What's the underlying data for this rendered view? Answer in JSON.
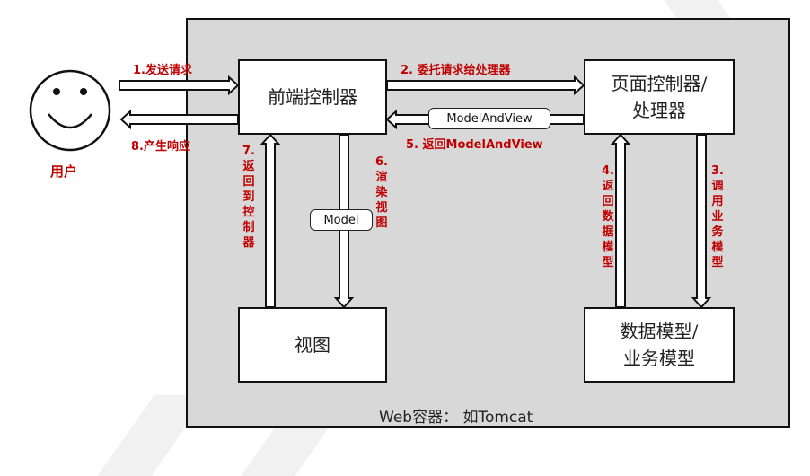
{
  "user": {
    "label": "用户"
  },
  "container": {
    "label": "Web容器： 如Tomcat"
  },
  "boxes": {
    "front_controller": "前端控制器",
    "page_controller": [
      "页面控制器/",
      "处理器"
    ],
    "view": "视图",
    "data_model": [
      "数据模型/",
      "业务模型"
    ]
  },
  "pills": {
    "model_and_view": "ModelAndView",
    "model": "Model"
  },
  "steps": {
    "s1": "1.发送请求",
    "s2": "2. 委托请求给处理器",
    "s3": [
      "3.",
      "调",
      "用",
      "业",
      "务",
      "模",
      "型"
    ],
    "s4": [
      "4.",
      "返",
      "回",
      "数",
      "据",
      "模",
      "型"
    ],
    "s5": "5. 返回ModelAndView",
    "s6": [
      "6.",
      "渲",
      "染",
      "视",
      "图"
    ],
    "s7": [
      "7.",
      "返",
      "回",
      "到",
      "控",
      "制",
      "器"
    ],
    "s8": "8.产生响应"
  },
  "colors": {
    "step_text": "#c00000",
    "container_bg": "#d8d8d8"
  }
}
